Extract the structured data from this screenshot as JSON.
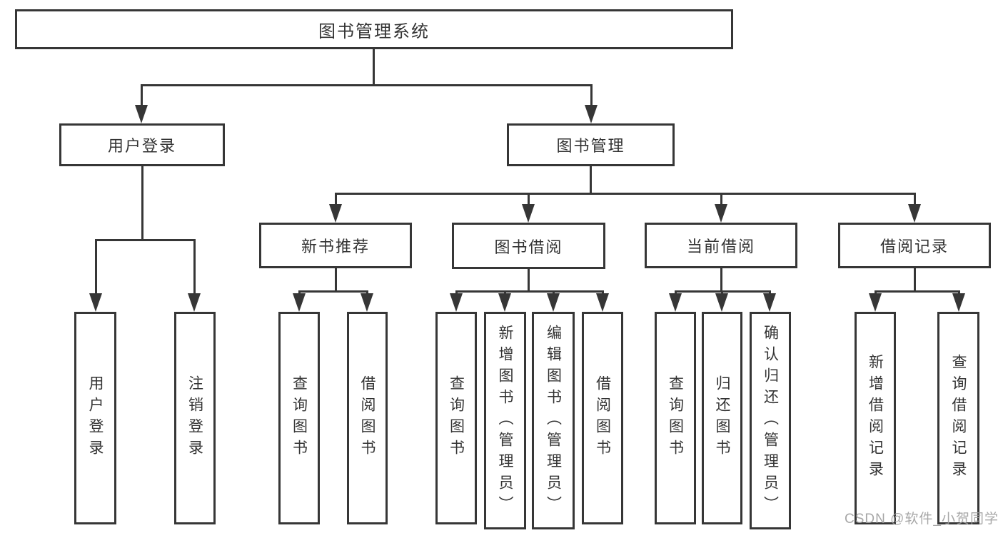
{
  "title": {
    "root": "图书管理系统"
  },
  "nodes": {
    "user_login": "用户登录",
    "book_mgmt": "图书管理",
    "new_book_rec": "新书推荐",
    "book_borrow": "图书借阅",
    "current_borrow": "当前借阅",
    "borrow_records": "借阅记录"
  },
  "leaves": {
    "user_login": [
      "用户登录",
      "注销登录"
    ],
    "new_book_rec": [
      "查询图书",
      "借阅图书"
    ],
    "book_borrow": [
      "查询图书",
      "新增图书（管理员）",
      "编辑图书（管理员）",
      "借阅图书"
    ],
    "current_borrow": [
      "查询图书",
      "归还图书",
      "确认归还（管理员）"
    ],
    "borrow_records": [
      "新增借阅记录",
      "查询借阅记录"
    ]
  },
  "watermark": "CSDN @软件_小贺同学",
  "colors": {
    "line": "#363636",
    "text": "#333333",
    "watermark": "#9e9e9e",
    "background": "#ffffff"
  }
}
